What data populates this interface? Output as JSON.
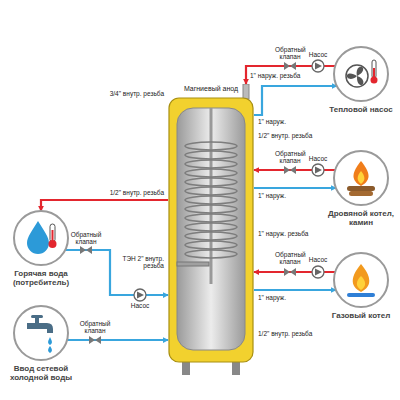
{
  "diagram": {
    "nodes": [
      {
        "text": [
          "Магниевый анод"
        ]
      },
      {
        "text": [
          "Тепловой насос"
        ]
      },
      {
        "text": [
          "Дровяной котел, камин"
        ]
      },
      {
        "text": [
          "Газовый котел"
        ]
      },
      {
        "text": [
          "Горячая вода (потребитель)"
        ]
      },
      {
        "text": [
          "Ввод сетевой холодной воды"
        ]
      }
    ],
    "edges": [
      {
        "from": 1,
        "to": 0,
        "arrow": "to"
      },
      {
        "from": 0,
        "to": 1,
        "arrow": "to"
      },
      {
        "from": 2,
        "to": 0,
        "arrow": "to"
      },
      {
        "from": 0,
        "to": 2,
        "arrow": "to"
      },
      {
        "from": 3,
        "to": 0,
        "arrow": "to"
      },
      {
        "from": 0,
        "to": 3,
        "arrow": "to"
      },
      {
        "from": 0,
        "to": 4,
        "arrow": "to"
      },
      {
        "from": 4,
        "to": 0,
        "arrow": "to"
      },
      {
        "from": 5,
        "to": 0,
        "arrow": "to"
      }
    ],
    "labels": [
      "3/4\" внутр. резьба",
      "1\" наруж. резьба",
      "1/2\" внутр. резьба",
      "ТЭН 2\" внутр. резьба",
      "1\" наруж.",
      "1/2\" внутр. резьба",
      "1\" наруж.",
      "1\" наруж. резьба",
      "1\" наруж.",
      "1/2\" внутр. резьба",
      "Обратный клапан",
      "Насос",
      "Обратный клапан",
      "Насос",
      "Обратный клапан",
      "Насос",
      "Обратный клапан",
      "Насос",
      "Обратный клапан"
    ]
  }
}
